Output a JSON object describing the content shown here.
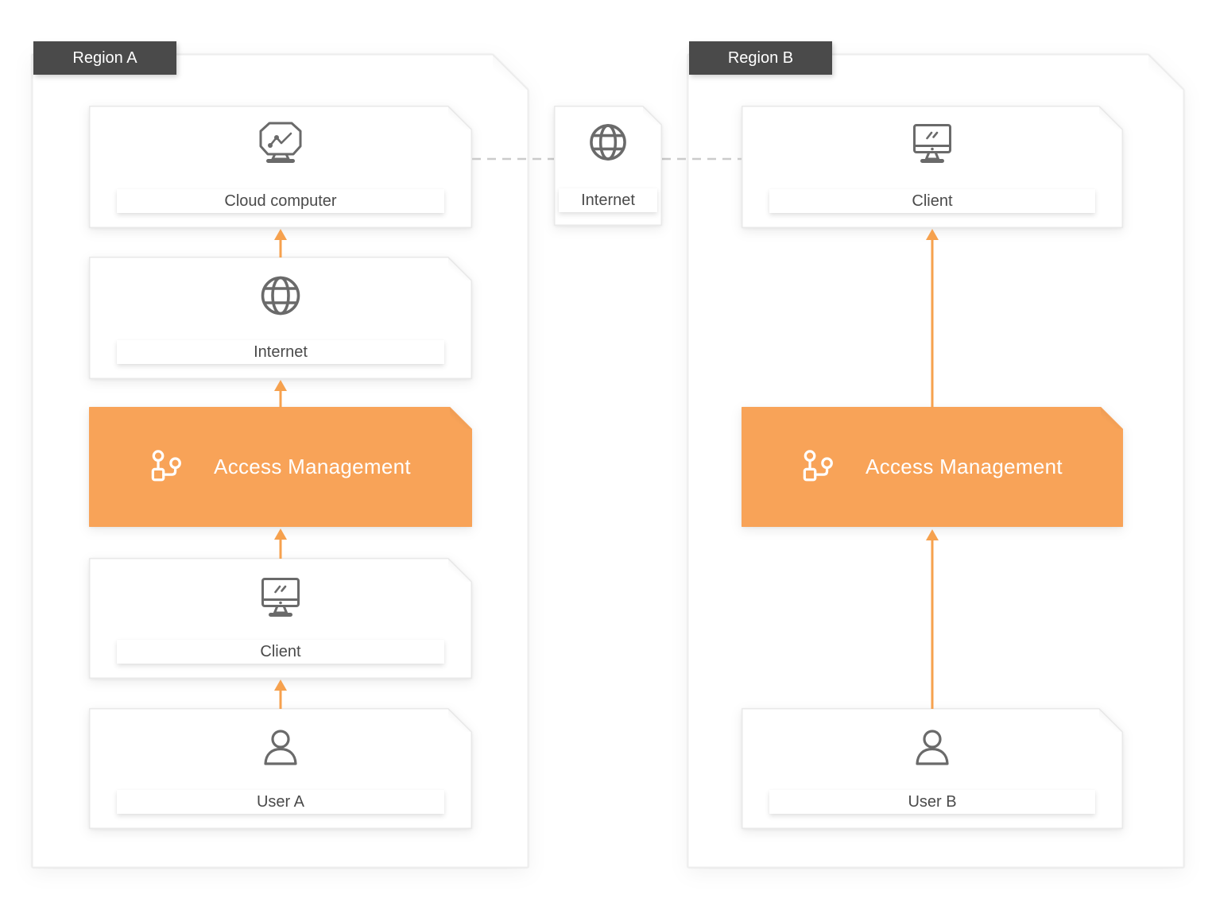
{
  "regions": {
    "a": {
      "label": "Region A",
      "nodes": {
        "cloud_computer": {
          "label": "Cloud computer",
          "icon": "cloud-computer-icon"
        },
        "internet": {
          "label": "Internet",
          "icon": "globe-icon"
        },
        "access_management": {
          "label": "Access Management",
          "icon": "workflow-icon"
        },
        "client": {
          "label": "Client",
          "icon": "monitor-icon"
        },
        "user": {
          "label": "User A",
          "icon": "person-icon"
        }
      }
    },
    "b": {
      "label": "Region B",
      "nodes": {
        "client": {
          "label": "Client",
          "icon": "monitor-icon"
        },
        "access_management": {
          "label": "Access Management",
          "icon": "workflow-icon"
        },
        "user": {
          "label": "User B",
          "icon": "person-icon"
        }
      }
    }
  },
  "connector": {
    "label": "Internet",
    "icon": "globe-icon"
  },
  "colors": {
    "accent_orange": "#F8A358",
    "arrow_orange": "#F6A14E",
    "region_label_bg": "#4A4A4A",
    "icon_gray": "#6A6A6A",
    "label_text": "#4A4A4A",
    "dashed_line": "#CBCBCB",
    "node_border": "#E9E9E9"
  }
}
